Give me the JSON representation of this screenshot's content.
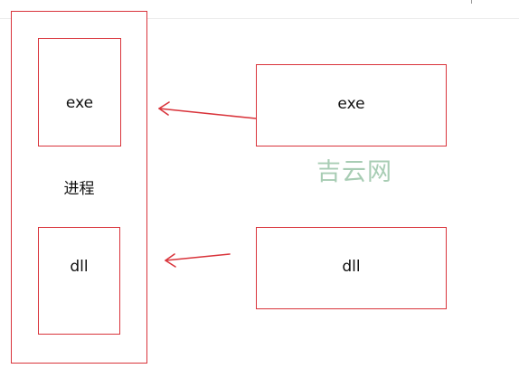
{
  "diagram": {
    "process": {
      "label": "进程",
      "inner_exe_label": "exe",
      "inner_dll_label": "dll"
    },
    "outer_exe_label": "exe",
    "outer_dll_label": "dll"
  },
  "watermark": {
    "text": "吉云网"
  },
  "colors": {
    "box_border": "#d9343b",
    "arrow": "#d9343b",
    "watermark": "#a8cdb4"
  }
}
